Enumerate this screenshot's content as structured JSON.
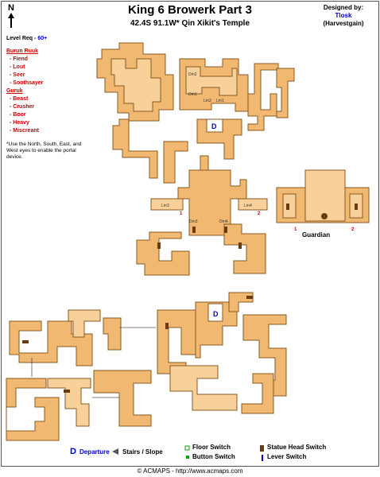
{
  "header": {
    "north": "N",
    "title": "King 6 Browerk Part 3",
    "subtitle": "42.4S 91.1W* Qin Xikit's Temple",
    "designed_label": "Designed by:",
    "designer": "Tlosk",
    "designer_server": "(Harvestgain)"
  },
  "level": {
    "label": "Level Req -",
    "value": "60+"
  },
  "mobs": [
    {
      "group": "Burun Ruuk",
      "items": [
        "- Fiend",
        "- Lout",
        "- Seer",
        "- Soothsayer"
      ]
    },
    {
      "group": "Guruk",
      "items": [
        "- Beast",
        "- Crusher",
        "- Boor",
        "- Heavy",
        "- Miscreant"
      ]
    }
  ],
  "note": "*Use the North, South, East, and West eyes to enable the portal device.",
  "map_labels": {
    "dm2": "Dm2",
    "dm1": "Dm1",
    "lm2": "Lm2",
    "lm1": "Lm1",
    "lm3": "Lm3",
    "lm4": "Lm4",
    "dm3": "Dm3",
    "dm4": "Dm4",
    "d_upper": "D",
    "d_lower": "D",
    "n1": "1",
    "n2": "2",
    "g1": "1",
    "g2": "2"
  },
  "guardian_label": "Guardian",
  "legend": {
    "departure_icon": "D",
    "departure": "Departure",
    "stairs": "Stairs / Slope",
    "floor_switch": "Floor Switch",
    "button_switch": "Button Switch",
    "statue_switch": "Statue Head Switch",
    "lever_switch": "Lever Switch"
  },
  "footer": "© ACMAPS - http://www.acmaps.com",
  "colors": {
    "corridor": "#f0b870",
    "corridor_light": "#f8d09a",
    "outline": "#8a5a20",
    "room_dark": "#e8a050",
    "blue": "#0000cc",
    "red": "#cc0000"
  }
}
